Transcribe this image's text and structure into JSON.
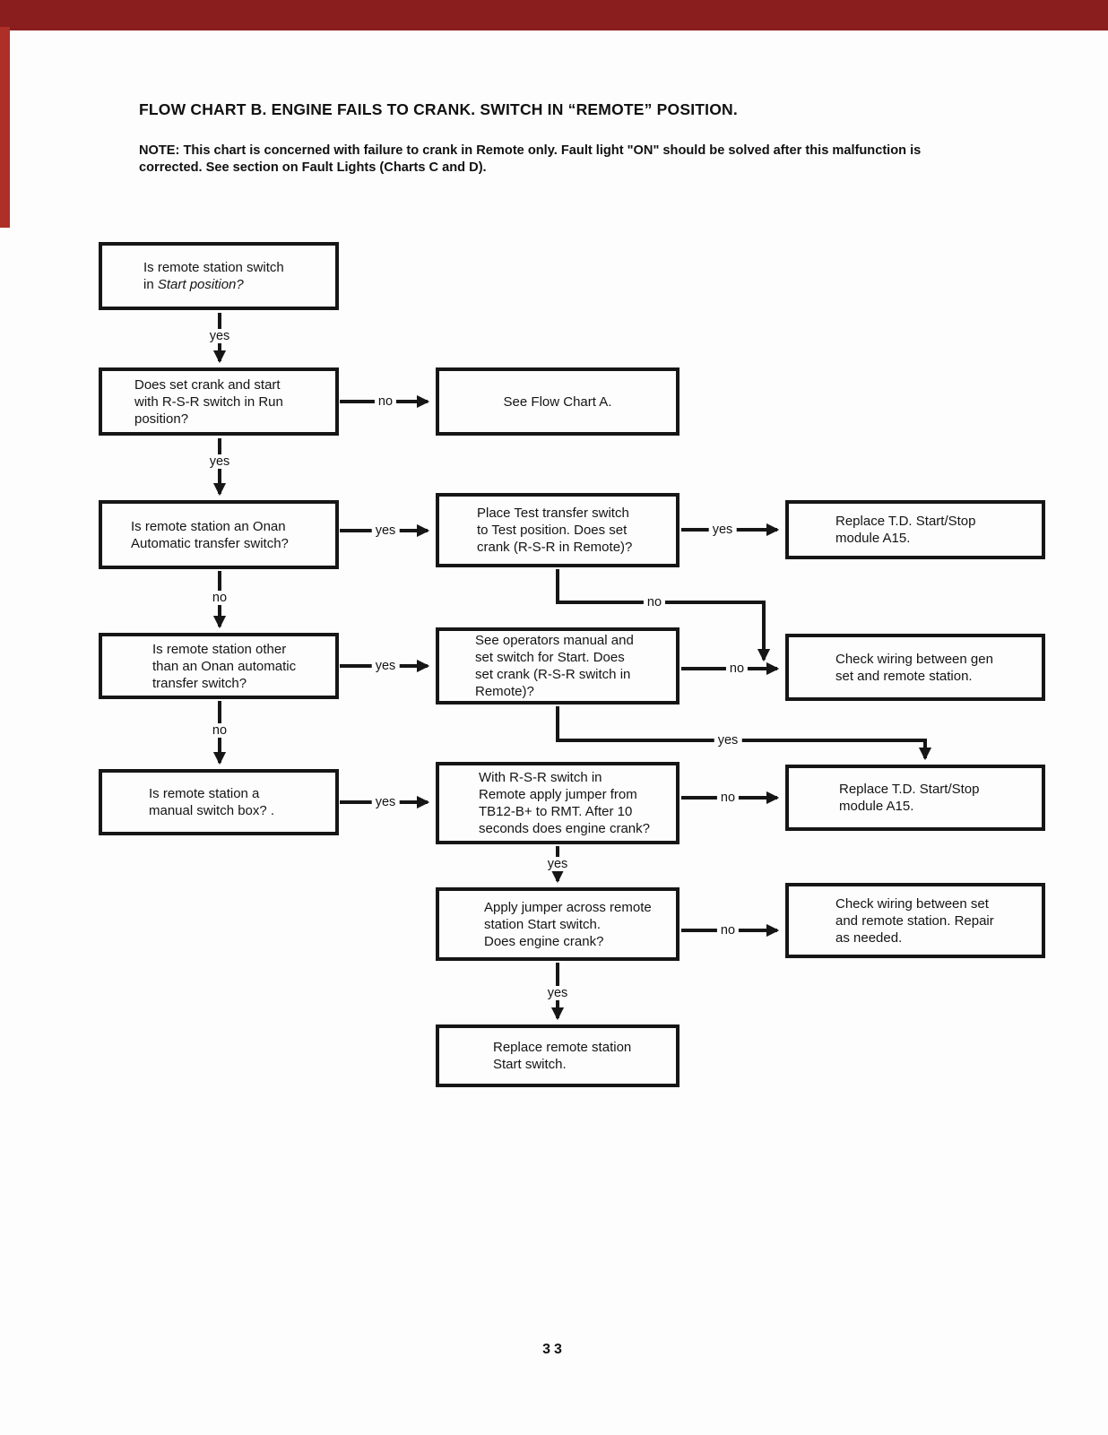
{
  "page": {
    "title": "FLOW CHART B. ENGINE FAILS TO CRANK. SWITCH IN “REMOTE” POSITION.",
    "note_line1": "NOTE: This chart is concerned with failure to crank in Remote only. Fault light \"ON\" should be solved after this malfunction is",
    "note_line2": "corrected. See section on Fault Lights (Charts C and D).",
    "page_number": "33"
  },
  "colors": {
    "top_bar": "#8a1e1e",
    "left_strip": "#ad2f28",
    "ink": "#161616"
  },
  "flow": {
    "q_remote_start": {
      "lines": [
        "Is remote station switch"
      ],
      "line2_pre": "in ",
      "line2_italic": "Start position?"
    },
    "q_crank_run": {
      "lines": [
        "Does set crank and start",
        "with R-S-R switch in Run",
        "position?"
      ]
    },
    "see_chart_a": {
      "lines": [
        "See Flow Chart A."
      ]
    },
    "q_onan_ats": {
      "lines": [
        "Is remote station an Onan",
        "Automatic transfer switch?"
      ]
    },
    "test_transfer": {
      "lines": [
        "Place Test transfer switch",
        "to Test position. Does set",
        "crank (R-S-R in Remote)?"
      ]
    },
    "replace_td_1": {
      "lines": [
        "Replace T.D. Start/Stop",
        "module A15."
      ]
    },
    "q_other_ats": {
      "lines": [
        "Is remote station other",
        "than an Onan automatic",
        "transfer switch?"
      ]
    },
    "operators_manual": {
      "lines": [
        "See operators manual and",
        "set switch for Start. Does",
        "set crank (R-S-R switch in",
        "Remote)?"
      ]
    },
    "check_wiring_gen": {
      "lines": [
        "Check wiring between gen",
        "set and remote station."
      ]
    },
    "q_manual_box": {
      "lines": [
        "Is remote station a",
        "manual switch box? ."
      ]
    },
    "jumper_tb12": {
      "lines": [
        "With R-S-R switch in",
        "Remote apply jumper from",
        "TB12-B+ to RMT. After 10",
        "seconds does engine crank?"
      ]
    },
    "replace_td_2": {
      "lines": [
        "Replace T.D. Start/Stop",
        "module A15."
      ]
    },
    "jumper_start": {
      "lines": [
        "Apply jumper across remote",
        "station Start switch.",
        "Does engine crank?"
      ]
    },
    "check_wiring_set": {
      "lines": [
        "Check wiring between set",
        "and remote station. Repair",
        "as needed."
      ]
    },
    "replace_start": {
      "lines": [
        "Replace remote station",
        "Start switch."
      ]
    }
  },
  "connectors": {
    "a_yes": {
      "label": "yes"
    },
    "b_no": {
      "label": "no"
    },
    "b_yes": {
      "label": "yes"
    },
    "d_yes": {
      "label": "yes"
    },
    "e_yes": {
      "label": "yes"
    },
    "e_no": {
      "label": "no"
    },
    "d_no": {
      "label": "no"
    },
    "g_yes": {
      "label": "yes"
    },
    "i_no": {
      "label": "no"
    },
    "g_no": {
      "label": "no"
    },
    "i_yes": {
      "label": "yes"
    },
    "j_yes": {
      "label": "yes"
    },
    "k_no": {
      "label": "no"
    },
    "k_yes": {
      "label": "yes"
    },
    "m_no": {
      "label": "no"
    },
    "m_yes": {
      "label": "yes"
    }
  }
}
